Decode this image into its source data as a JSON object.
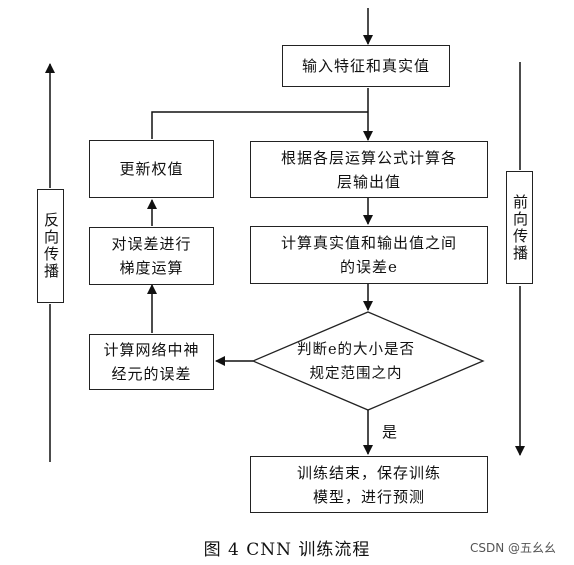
{
  "nodes": {
    "input": "输入特征和真实值",
    "compute_outputs": [
      "根据各层运算公式计算各",
      "层输出值"
    ],
    "compute_error": [
      "计算真实值和输出值之间",
      "的误差e"
    ],
    "decision": [
      "判断e的大小是否",
      "规定范围之内"
    ],
    "end": [
      "训练结束，保存训练",
      "模型，进行预测"
    ],
    "neuron_error": [
      "计算网络中神",
      "经元的误差"
    ],
    "gradient": [
      "对误差进行",
      "梯度运算"
    ],
    "update_weights": "更新权值"
  },
  "side_labels": {
    "backward": "反向传播",
    "forward": "前向传播"
  },
  "edge_labels": {
    "yes": "是"
  },
  "caption": "图 4    CNN 训练流程",
  "watermark": "CSDN @五幺幺"
}
